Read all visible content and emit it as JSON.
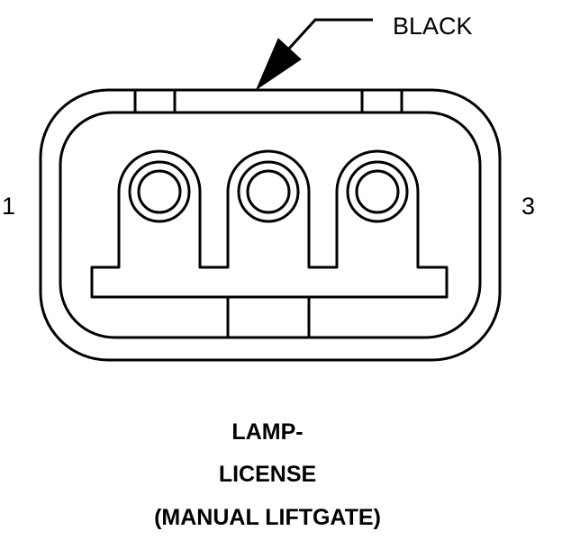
{
  "connector": {
    "color_callout": "BLACK",
    "pin_labels": {
      "left": "1",
      "right": "3"
    },
    "pin_count": 3,
    "caption": [
      "LAMP-",
      "LICENSE",
      "(MANUAL LIFTGATE)"
    ]
  },
  "colors": {
    "ink": "#000000",
    "background": "#ffffff"
  }
}
